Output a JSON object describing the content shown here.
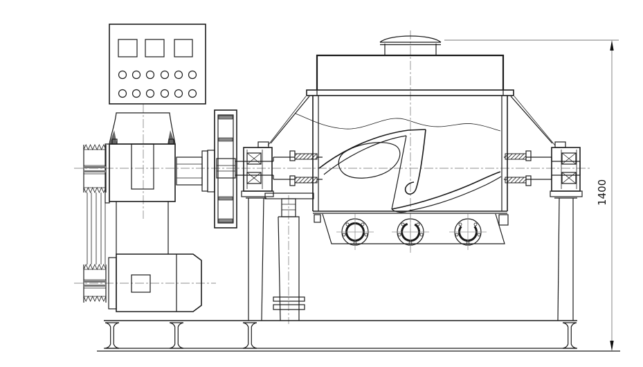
{
  "title": "kneader-mixer-side-view-technical-drawing",
  "dimension": {
    "value": "1400",
    "orientation": "vertical",
    "side": "right"
  },
  "colors": {
    "background": "#ffffff",
    "line": "#1a1a1a",
    "centerline": "#8f8f8f",
    "dimension_line": "#777777"
  },
  "control_panel": {
    "indicator_count": 3,
    "button_rows": 2,
    "buttons_per_row": 6
  },
  "discharge_ports": {
    "count": 3
  },
  "components": [
    "control-panel",
    "gear-reducer",
    "large-pulley",
    "v-belts",
    "small-pulley",
    "electric-motor",
    "output-coupling",
    "main-gear",
    "bearing-pedestal-left",
    "stuffing-box-left",
    "mixing-chamber",
    "dome-cap",
    "feed-flange",
    "material-level",
    "sigma-blade",
    "discharge-trough",
    "discharge-ports",
    "stuffing-box-right",
    "bearing-pedestal-right",
    "support-leg-left",
    "support-column-middle",
    "support-leg-right",
    "base-frame",
    "dimension-annotation"
  ]
}
